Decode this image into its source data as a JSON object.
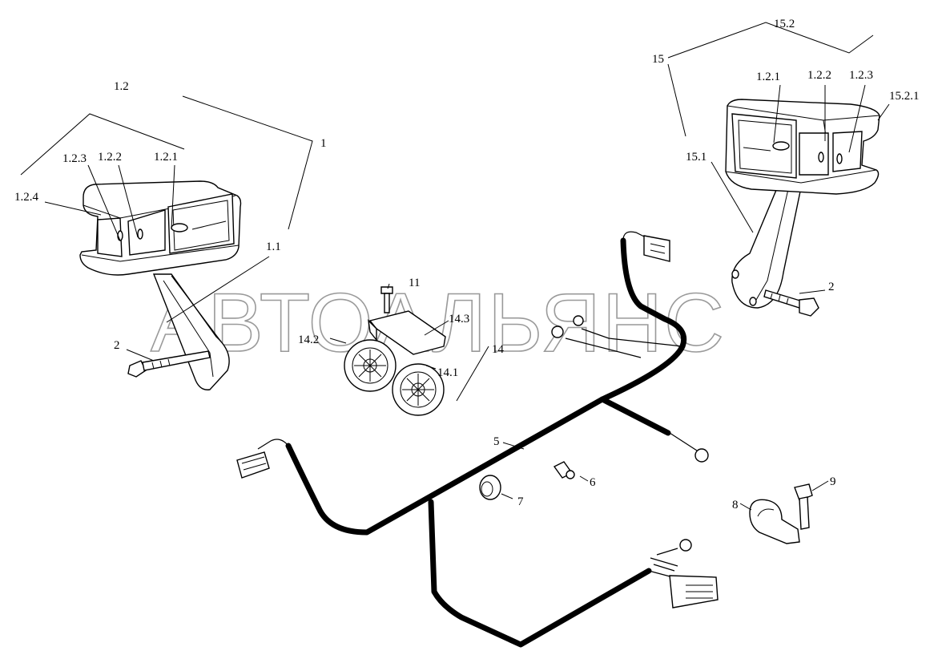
{
  "watermark": "АВТОАЛЬЯНС",
  "labels": {
    "l1": "1",
    "l1_1": "1.1",
    "l1_2": "1.2",
    "l1_2_1a": "1.2.1",
    "l1_2_2a": "1.2.2",
    "l1_2_3a": "1.2.3",
    "l1_2_4": "1.2.4",
    "l2a": "2",
    "l2b": "2",
    "l5": "5",
    "l6": "6",
    "l7": "7",
    "l8": "8",
    "l9": "9",
    "l11": "11",
    "l14": "14",
    "l14_1": "14.1",
    "l14_2": "14.2",
    "l14_3": "14.3",
    "l15": "15",
    "l15_1": "15.1",
    "l15_2": "15.2",
    "l15_2_1": "15.2.1",
    "l1_2_1b": "1.2.1",
    "l1_2_2b": "1.2.2",
    "l1_2_3b": "1.2.3"
  }
}
